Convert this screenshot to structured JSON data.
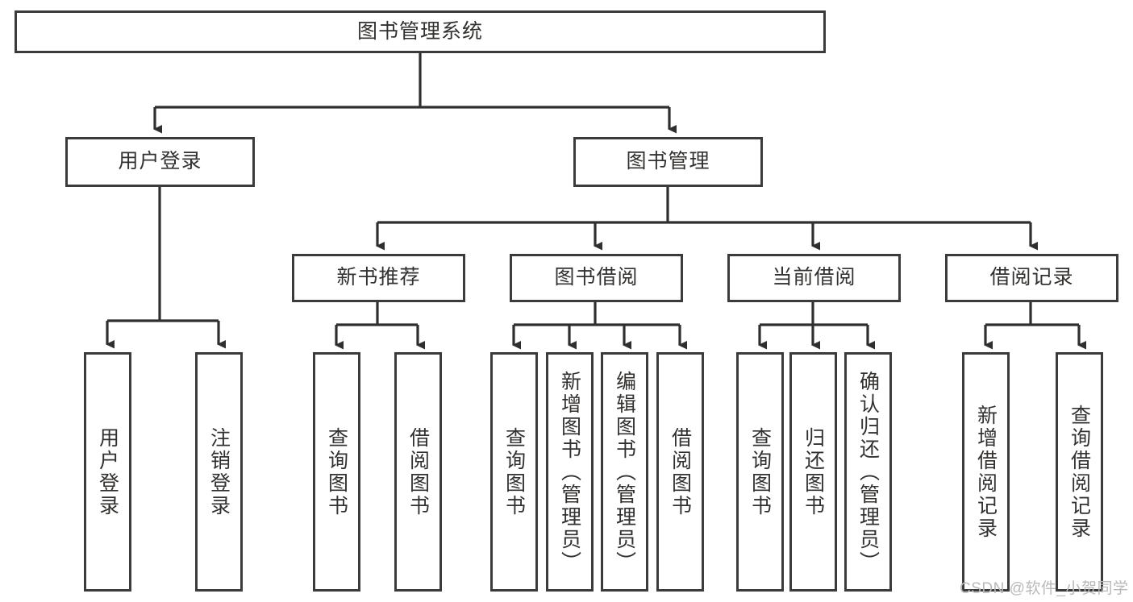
{
  "diagram": {
    "title": "图书管理系统",
    "type": "tree-hierarchy-diagram",
    "colors": {
      "box_border": "#3b3b3b",
      "box_fill": "#ffffff",
      "text": "#33312f",
      "connector": "#2f2f2f",
      "watermark": "#b9b9b9"
    },
    "root": {
      "label": "图书管理系统"
    },
    "level2": [
      {
        "label": "用户登录"
      },
      {
        "label": "图书管理"
      }
    ],
    "level3": [
      {
        "label": "新书推荐"
      },
      {
        "label": "图书借阅"
      },
      {
        "label": "当前借阅"
      },
      {
        "label": "借阅记录"
      }
    ],
    "leaves": {
      "user_login": [
        {
          "label": "用户登录"
        },
        {
          "label": "注销登录"
        }
      ],
      "new_book_recommend": [
        {
          "label": "查询图书"
        },
        {
          "label": "借阅图书"
        }
      ],
      "book_borrow": [
        {
          "label": "查询图书"
        },
        {
          "label": "新增图书（管理员）"
        },
        {
          "label": "编辑图书（管理员）"
        },
        {
          "label": "借阅图书"
        }
      ],
      "current_borrow": [
        {
          "label": "查询图书"
        },
        {
          "label": "归还图书"
        },
        {
          "label": "确认归还（管理员）"
        }
      ],
      "borrow_record": [
        {
          "label": "新增借阅记录"
        },
        {
          "label": "查询借阅记录"
        }
      ]
    }
  },
  "watermark": {
    "text": "CSDN @软件_小贺同学"
  }
}
